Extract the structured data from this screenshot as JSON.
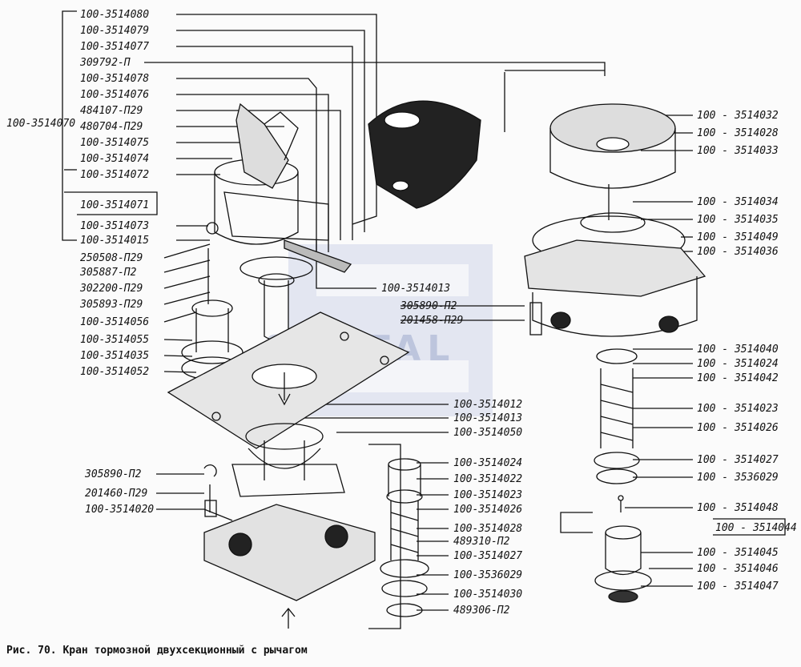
{
  "watermark": "SANTAL",
  "caption": "Рис. 70. Кран тормозной двухсекционный с рычагом",
  "labels": {
    "group": "100-3514070",
    "l1": "100-3514080",
    "l2": "100-3514079",
    "l3": "100-3514077",
    "l4": "309792-П",
    "l5": "100-3514078",
    "l6": "100-3514076",
    "l7": "484107-П29",
    "l8": "480704-П29",
    "l9": "100-3514075",
    "l10": "100-3514074",
    "l11": "100-3514072",
    "l12": "100-3514071",
    "l13": "100-3514073",
    "l14": "100-3514015",
    "l15": "250508-П29",
    "l16": "305887-П2",
    "l17": "302200-П29",
    "l18": "305893-П29",
    "l19": "100-3514056",
    "l20": "100-3514055",
    "l21": "100-3514035",
    "l22": "100-3514052",
    "c1": "100-3514013",
    "c2": "305890-П2",
    "c3": "201458-П29",
    "c4": "100-3514012",
    "c5": "100-3514013",
    "c6": "100-3514050",
    "b1": "305890-П2",
    "b2": "201460-П29",
    "b3": "100-3514020",
    "m1": "100-3514024",
    "m2": "100-3514022",
    "m3": "100-3514023",
    "m4": "100-3514026",
    "m5": "100-3514028",
    "m6": "489310-П2",
    "m7": "100-3514027",
    "m8": "100-3536029",
    "m9": "100-3514030",
    "m10": "489306-П2",
    "r1": "100 - 3514032",
    "r2": "100 - 3514028",
    "r3": "100 - 3514033",
    "r4": "100 - 3514034",
    "r5": "100 - 3514035",
    "r6": "100 - 3514049",
    "r7": "100 - 3514036",
    "r8": "100 - 3514040",
    "r9": "100 - 3514024",
    "r10": "100 - 3514042",
    "r11": "100 - 3514023",
    "r12": "100 - 3514026",
    "r13": "100 - 3514027",
    "r14": "100 - 3536029",
    "r15": "100 - 3514048",
    "r16": "100 - 3514044",
    "r17": "100 - 3514045",
    "r18": "100 - 3514046",
    "r19": "100 - 3514047"
  }
}
